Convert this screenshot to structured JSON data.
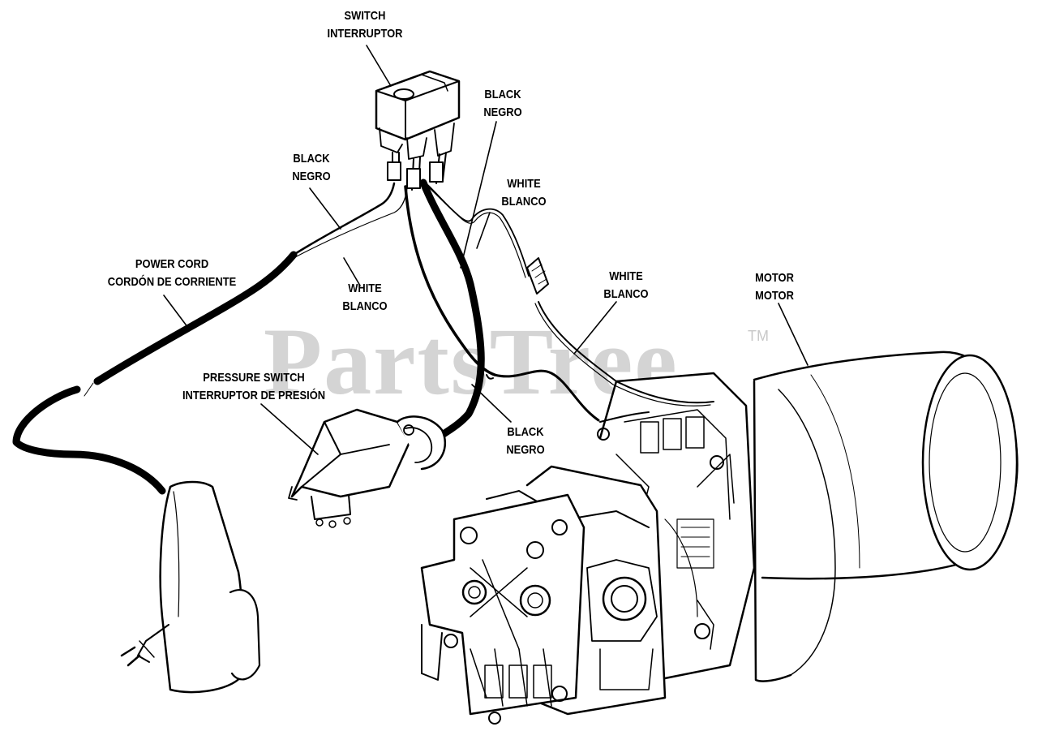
{
  "watermark": {
    "text": "PartsTree",
    "trademark": "TM"
  },
  "labels": {
    "switch": {
      "line1": "SWITCH",
      "line2": "INTERRUPTOR"
    },
    "black_top": {
      "line1": "BLACK",
      "line2": "NEGRO"
    },
    "black_left": {
      "line1": "BLACK",
      "line2": "NEGRO"
    },
    "white_top": {
      "line1": "WHITE",
      "line2": "BLANCO"
    },
    "white_mid": {
      "line1": "WHITE",
      "line2": "BLANCO"
    },
    "white_right": {
      "line1": "WHITE",
      "line2": "BLANCO"
    },
    "power_cord": {
      "line1": "POWER CORD",
      "line2": "CORDÓN DE CORRIENTE"
    },
    "pressure_switch": {
      "line1": "PRESSURE SWITCH",
      "line2": "INTERRUPTOR DE PRESIÓN"
    },
    "black_bottom": {
      "line1": "BLACK",
      "line2": "NEGRO"
    },
    "motor": {
      "line1": "MOTOR",
      "line2": "MOTOR"
    }
  },
  "colors": {
    "ink": "#000000",
    "watermark": "#d4d4d4",
    "paper": "#ffffff"
  }
}
